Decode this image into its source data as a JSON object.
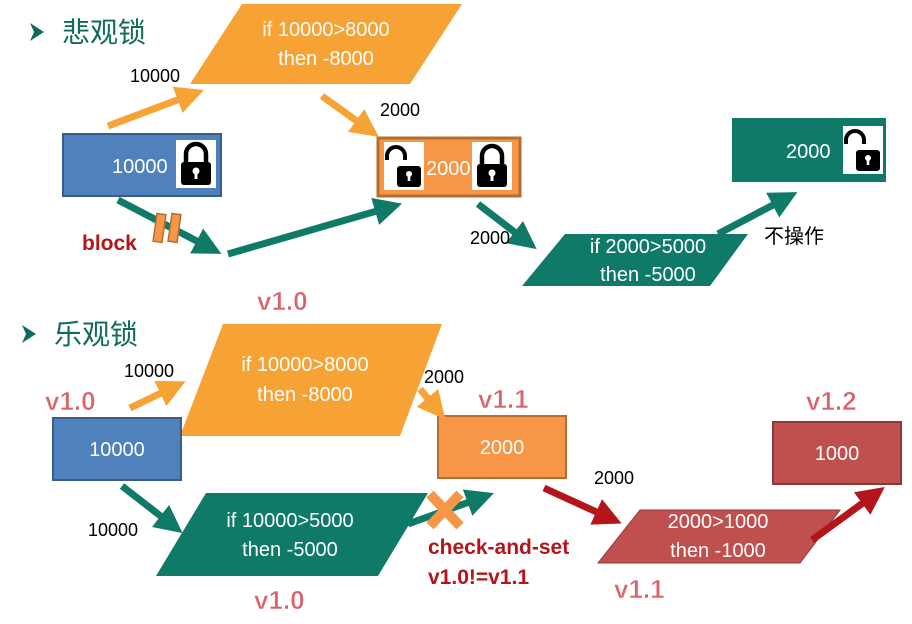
{
  "pessimistic": {
    "title": "悲观锁",
    "decision1": {
      "line1": "if 10000>8000",
      "line2": "then -8000"
    },
    "decision2": {
      "line1": "if 2000>5000",
      "line2": "then -5000"
    },
    "box_initial": "10000",
    "box_middle": "2000",
    "box_final": "2000",
    "label_in": "10000",
    "label_out": "2000",
    "label_to_decision2": "2000",
    "block_label": "block",
    "no_op_label": "不操作",
    "version": "v1.0"
  },
  "optimistic": {
    "title": "乐观锁",
    "decision1": {
      "line1": "if 10000>8000",
      "line2": "then -8000"
    },
    "decision2": {
      "line1": "if 10000>5000",
      "line2": "then -5000"
    },
    "decision3": {
      "line1": "2000>1000",
      "line2": "then -1000"
    },
    "box_initial": "10000",
    "box_middle": "2000",
    "box_final": "1000",
    "label_top_in": "10000",
    "label_top_out": "2000",
    "label_bottom_in": "10000",
    "label_to_decision3": "2000",
    "version_initial": "v1.0",
    "version_middle": "v1.1",
    "version_final": "v1.2",
    "version_bottom_decision": "v1.0",
    "version_decision3": "v1.1",
    "cas_line1": "check-and-set",
    "cas_line2": "v1.0!=v1.1"
  },
  "colors": {
    "blue": "#4f81bd",
    "orange": "#f79646",
    "teal": "#0f7a68",
    "red": "#c0504d",
    "dark_red": "#b3151b",
    "arrow_orange": "#f7a234",
    "version_pink": "#d9636b"
  },
  "icons": [
    "lock-icon",
    "unlock-icon",
    "x-mark-icon",
    "pause-icon",
    "bullet-arrow-icon"
  ]
}
